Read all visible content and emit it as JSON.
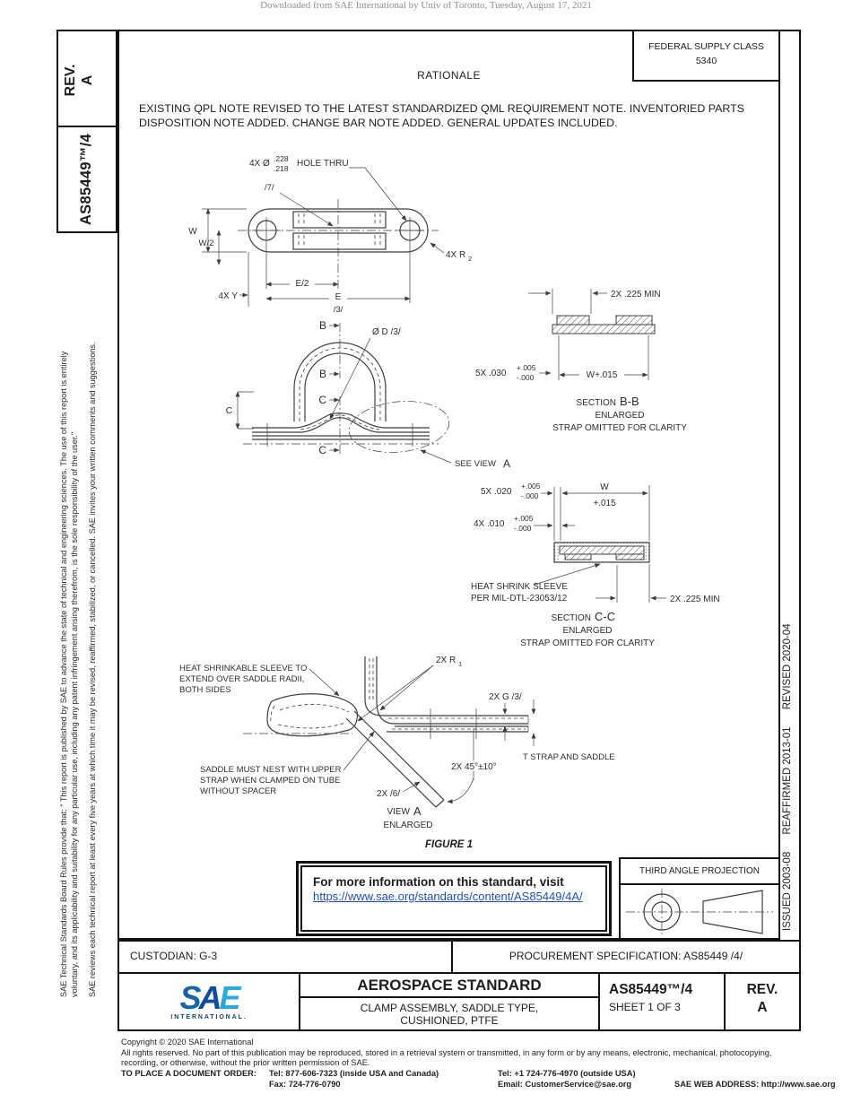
{
  "page": {
    "watermark": "Downloaded from SAE International by Univ of Toronto, Tuesday, August 17, 2021"
  },
  "colors": {
    "link": "#1e4fc2",
    "logo_s": "#1565ae",
    "logo_a": "#0d4d9e",
    "logo_e": "#29abe2",
    "logo_wordmark": "#163f7c",
    "drawing_line": "#3f3f3f",
    "border": "#111111"
  },
  "left_margin": {
    "rev_label": "REV.",
    "rev_value": "A",
    "doc_number": "AS85449™/4",
    "boilerplate_line1": "SAE Technical Standards Board Rules provide that: \" This report is published by SAE to advance the state of technical and engineering sciences. The use of this report is entirely",
    "boilerplate_line2": "voluntary, and its applicability and suitability for any particular use, including any patent infringement arising therefrom, is the sole responsibility of the user.\"",
    "boilerplate_line3": "SAE reviews each technical report at least every five years at which time it may be revised, reaffirmed, stabilized, or cancelled. SAE invites your written comments and suggestions."
  },
  "right_margin": {
    "history": "ISSUED 2003-08      REAFFIRMED 2013-01      REVISED 2020-04"
  },
  "header": {
    "fsc_label": "FEDERAL SUPPLY CLASS",
    "fsc_value": "5340",
    "rationale_title": "RATIONALE",
    "rationale_line1": "EXISTING QPL NOTE REVISED TO THE LATEST STANDARDIZED QML REQUIREMENT NOTE. INVENTORIED PARTS",
    "rationale_line2": "DISPOSITION NOTE ADDED. CHANGE BAR NOTE ADDED. GENERAL UPDATES INCLUDED."
  },
  "figure": {
    "caption": "FIGURE 1",
    "plan": {
      "hole_qty": "4X Ø",
      "hole_upper": ".228",
      "hole_lower": ".218",
      "hole_suffix": "HOLE THRU",
      "flag7": "/7/",
      "w": "W",
      "w_half": "W/2",
      "y": "4X Y",
      "e_half": "E/2",
      "e": "E",
      "e_flag": "/3/",
      "r2": "4X R",
      "r2_sub": "2"
    },
    "side": {
      "b": "B",
      "c_cut": "C",
      "c_dim": "C",
      "dia": "Ø D /3/",
      "see_view": "SEE VIEW",
      "see_view_letter": "A"
    },
    "bb": {
      "min": "2X .225 MIN",
      "d030": "5X .030",
      "plus": "+.005",
      "minus": "-.000",
      "w": "W+.015",
      "section": "SECTION",
      "letter": "B-B",
      "enlarged": "ENLARGED",
      "note": "STRAP OMITTED FOR CLARITY"
    },
    "cc": {
      "d020": "5X .020",
      "plus1": "+.005",
      "minus1": "-.000",
      "d010": "4X .010",
      "plus2": "+.005",
      "minus2": "-.000",
      "w": "W",
      "w_tol": "+.015",
      "sleeve1": "HEAT SHRINK SLEEVE",
      "sleeve2": "PER MIL-DTL-23053/12",
      "min": "2X .225 MIN",
      "section": "SECTION",
      "letter": "C-C",
      "enlarged": "ENLARGED",
      "note": "STRAP OMITTED FOR CLARITY"
    },
    "va": {
      "r1": "2X R",
      "r1_sub": "1",
      "sleeve1": "HEAT SHRINKABLE SLEEVE TO",
      "sleeve2": "EXTEND OVER SADDLE RADII,",
      "sleeve3": "BOTH SIDES",
      "g": "2X G /3/",
      "t": "T STRAP AND SADDLE",
      "angle": "2X 45°±10°",
      "nest1": "SADDLE MUST NEST WITH UPPER",
      "nest2": "STRAP WHEN CLAMPED ON TUBE",
      "nest3": "WITHOUT SPACER",
      "flag6": "2X /6/",
      "view": "VIEW",
      "view_letter": "A",
      "enlarged": "ENLARGED"
    }
  },
  "info_box": {
    "text": "For more information on this standard, visit",
    "link": "https://www.sae.org/standards/content/AS85449/4A/"
  },
  "projection_box": {
    "title": "THIRD ANGLE PROJECTION"
  },
  "footer_rows": {
    "custodian": "CUSTODIAN: G-3",
    "procurement": "PROCUREMENT SPECIFICATION: AS85449 /4/"
  },
  "title_block": {
    "logo_s": "S",
    "logo_a": "A",
    "logo_e": "E",
    "logo_sub": "INTERNATIONAL.",
    "doc_type": "AEROSPACE STANDARD",
    "title_line1": "CLAMP ASSEMBLY, SADDLE TYPE,",
    "title_line2": "CUSHIONED, PTFE",
    "doc_number": "AS85449™/4",
    "sheet": "SHEET 1 OF 3",
    "rev_label": "REV.",
    "rev_value": "A"
  },
  "copyright": {
    "line1": "Copyright © 2020 SAE International",
    "line2": "All rights reserved. No part of this publication may be reproduced, stored in a retrieval system or transmitted, in any form or by any means, electronic, mechanical, photocopying,",
    "line3": "recording, or otherwise, without the prior written permission of SAE.",
    "order_label": "TO PLACE A DOCUMENT ORDER:",
    "tel1": "Tel: 877-606-7323 (inside USA and Canada)",
    "tel2": "Tel: +1 724-776-4970 (outside USA)",
    "fax": "Fax: 724-776-0790",
    "email": "Email: CustomerService@sae.org",
    "web": "SAE WEB ADDRESS: http://www.sae.org"
  }
}
